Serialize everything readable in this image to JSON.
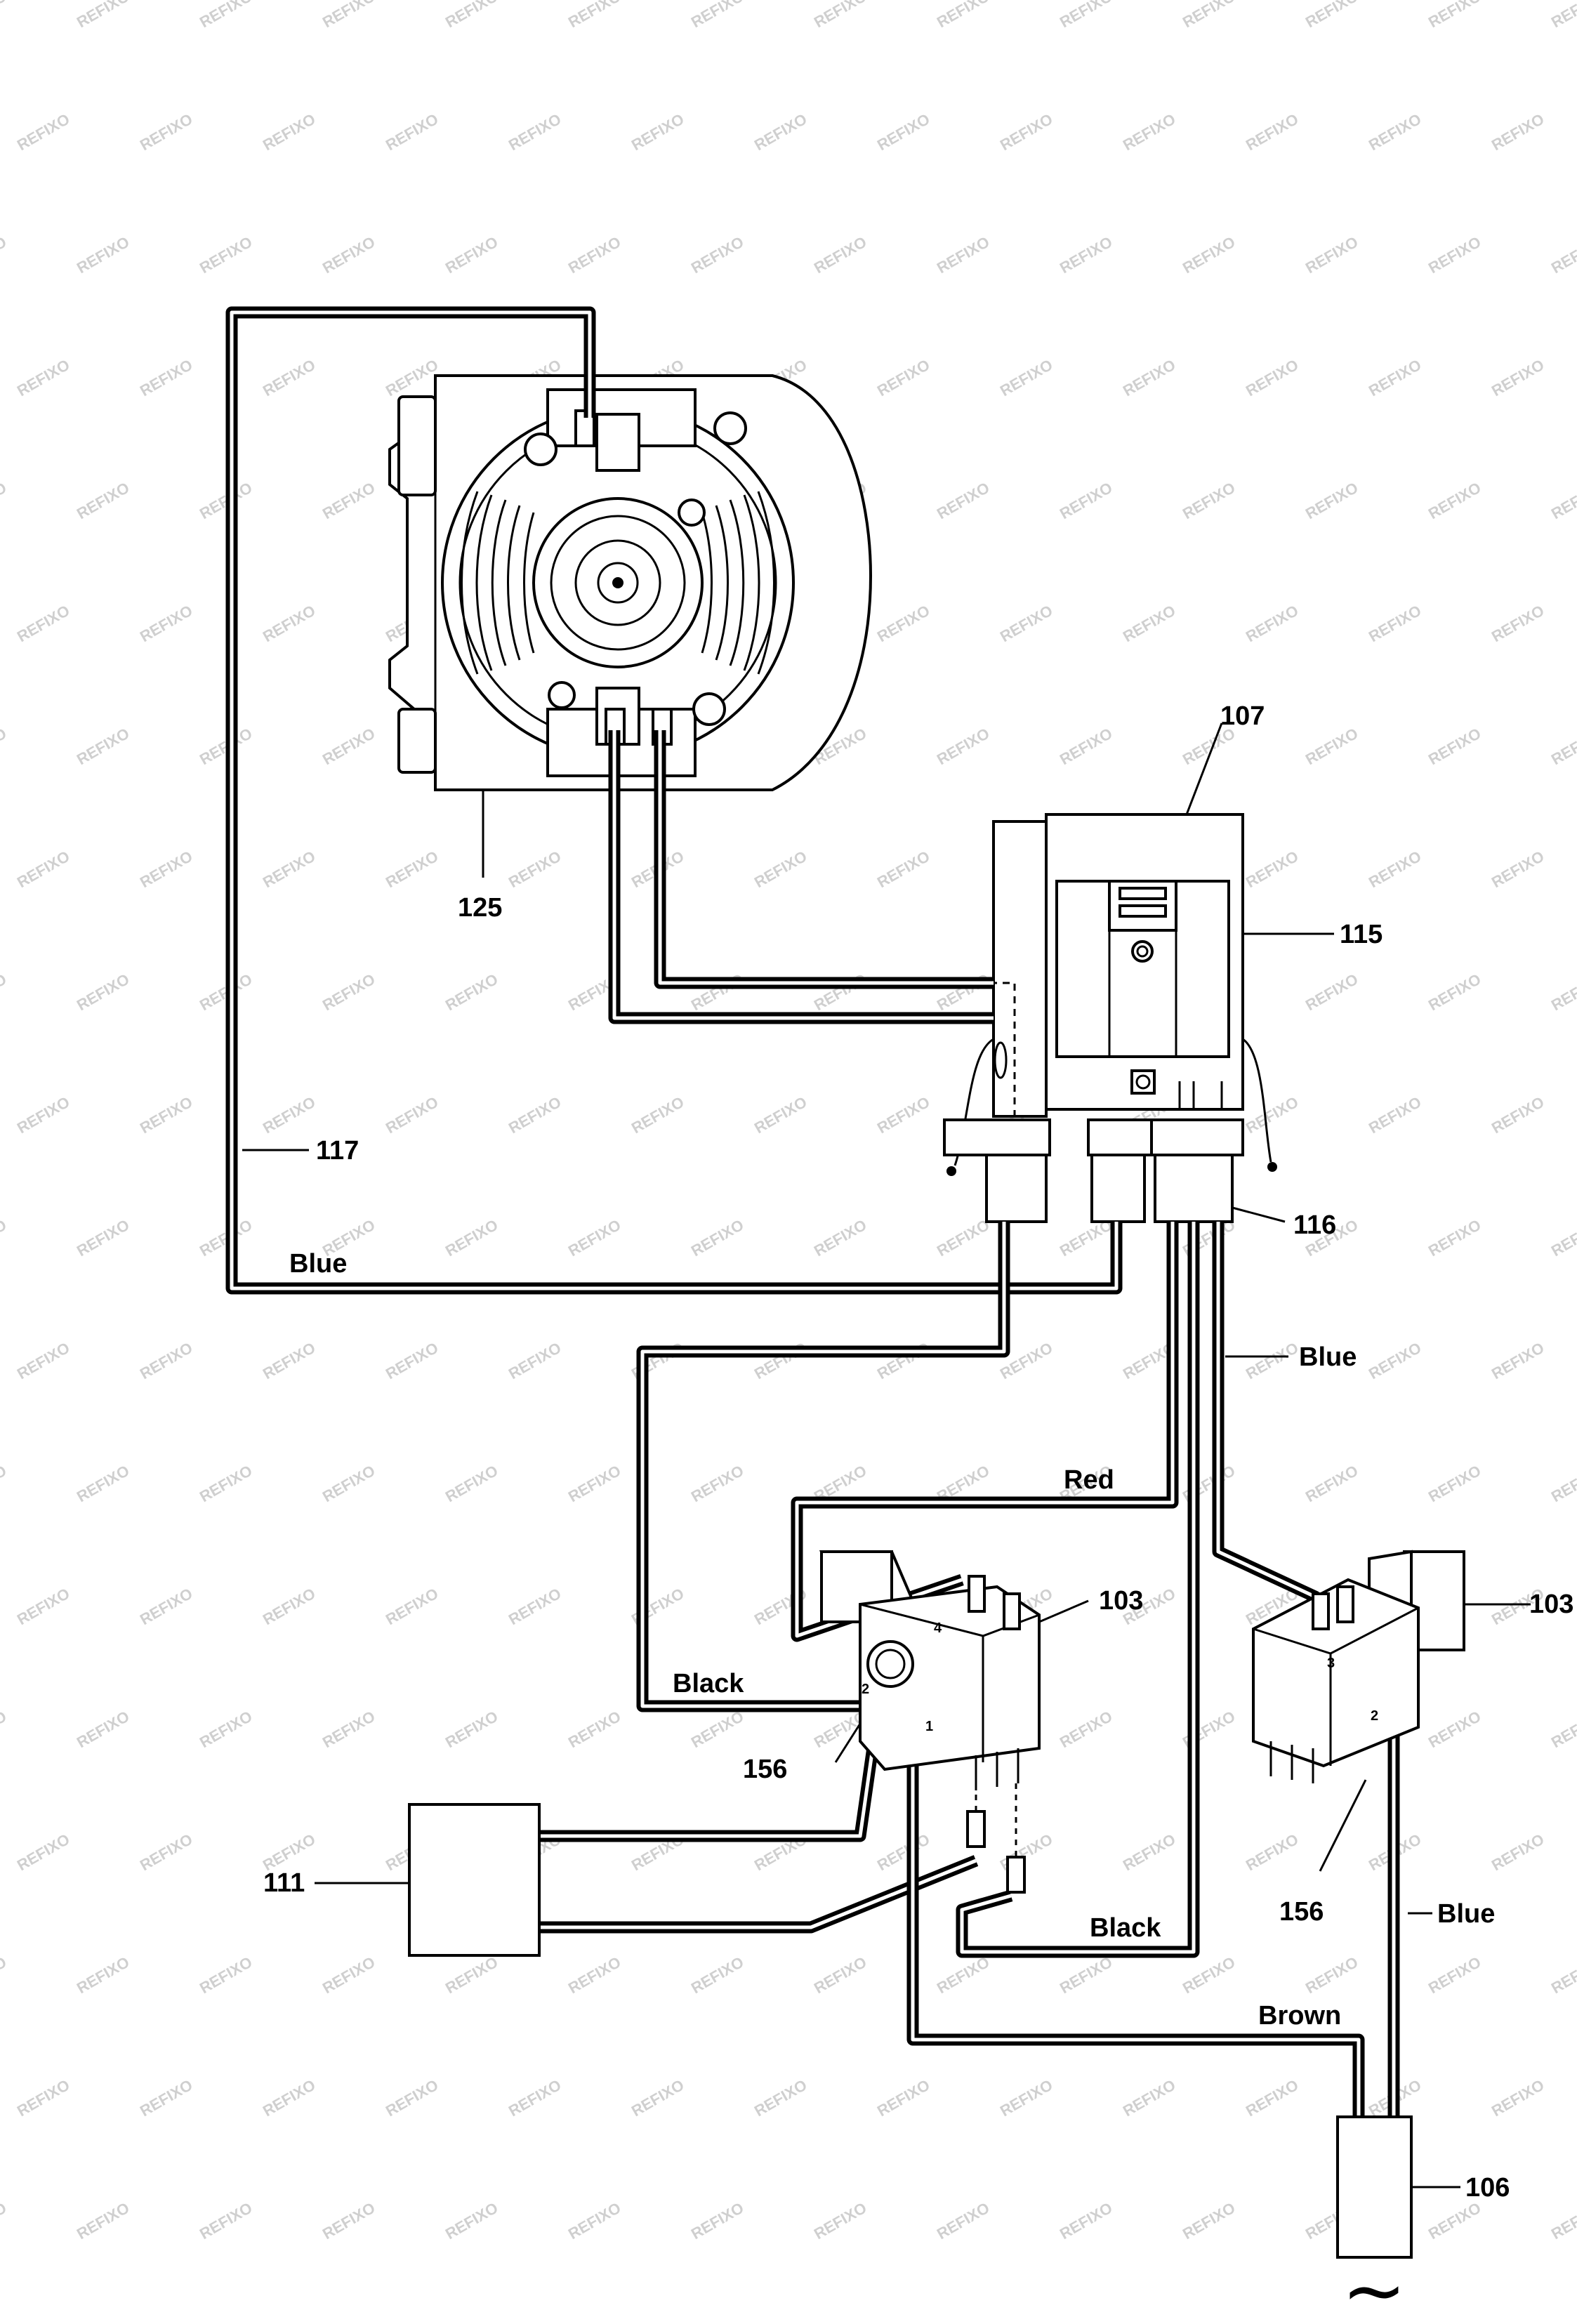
{
  "watermark": "REFIXO",
  "labels": {
    "p107": "107",
    "p115": "115",
    "p125": "125",
    "p117": "117",
    "p116": "116",
    "p103_left": "103",
    "p103_right": "103",
    "p156_left": "156",
    "p156_right": "156",
    "p111": "111",
    "p106": "106"
  },
  "wire_colors": {
    "blue_117": "Blue",
    "blue_116": "Blue",
    "red": "Red",
    "black_left": "Black",
    "black_bottom": "Black",
    "brown": "Brown",
    "blue_mains": "Blue"
  },
  "terminal_numbers": {
    "left_switch_4": "4",
    "left_switch_2": "2",
    "left_switch_1": "1",
    "right_switch_3": "3",
    "right_switch_2": "2"
  },
  "symbols": {
    "ac_supply": "~"
  }
}
